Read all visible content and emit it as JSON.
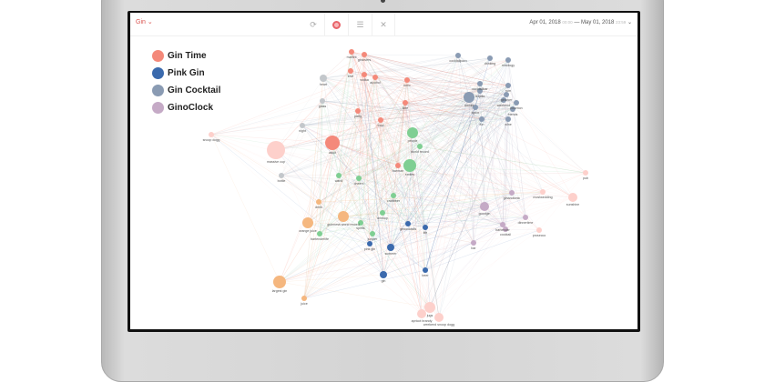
{
  "header": {
    "app_selector": "Gin ⌄",
    "date_start": "Apr 01, 2018",
    "time_start": "00:00",
    "separator": "—",
    "date_end": "May 01, 2018",
    "time_end": "23:59",
    "chevron": "⌄",
    "icons": [
      "refresh-icon",
      "target-icon",
      "list-icon",
      "tools-icon"
    ]
  },
  "legend": [
    {
      "label": "Gin Time",
      "color": "#f4897a"
    },
    {
      "label": "Pink Gin",
      "color": "#3b6aad"
    },
    {
      "label": "Gin Cocktail",
      "color": "#8a9bb3"
    },
    {
      "label": "GinoClock",
      "color": "#c5aac6"
    }
  ],
  "group_colors": {
    "gintime": "#f4897a",
    "pinkgin": "#3b6aad",
    "cocktail": "#8a9bb3",
    "ginoclock": "#c5aac6",
    "grey": "#c3c7cb",
    "green": "#7fcf93",
    "orange": "#f5b77f",
    "lightpink": "#fdd0cb"
  },
  "nodes": [
    {
      "label": "martini",
      "group": "gintime"
    },
    {
      "label": "ginlovers",
      "group": "gintime"
    },
    {
      "label": "love",
      "group": "gintime"
    },
    {
      "label": "vodka",
      "group": "gintime"
    },
    {
      "label": "alcohol",
      "group": "gintime"
    },
    {
      "label": "tonic",
      "group": "gintime"
    },
    {
      "label": "party",
      "group": "gintime"
    },
    {
      "label": "lime",
      "group": "gintime"
    },
    {
      "label": "food",
      "group": "gintime"
    },
    {
      "label": "adult",
      "group": "gintime"
    },
    {
      "label": "barman",
      "group": "gintime"
    },
    {
      "label": "gin",
      "group": "pinkgin"
    },
    {
      "label": "beer",
      "group": "pinkgin"
    },
    {
      "label": "pink gin",
      "group": "pinkgin"
    },
    {
      "label": "summer",
      "group": "pinkgin"
    },
    {
      "label": "gincocktails",
      "group": "pinkgin"
    },
    {
      "label": "life",
      "group": "pinkgin"
    },
    {
      "label": "cocktailporn",
      "group": "cocktail"
    },
    {
      "label": "drinking",
      "group": "cocktail"
    },
    {
      "label": "mixology",
      "group": "cocktail"
    },
    {
      "label": "cocktailbar",
      "group": "cocktail"
    },
    {
      "label": "tequila",
      "group": "cocktail"
    },
    {
      "label": "rum",
      "group": "cocktail"
    },
    {
      "label": "ginlover",
      "group": "cocktail"
    },
    {
      "label": "weekend",
      "group": "cocktail"
    },
    {
      "label": "bourbon",
      "group": "cocktail"
    },
    {
      "label": "friends",
      "group": "cocktail"
    },
    {
      "label": "liquor",
      "group": "cocktail"
    },
    {
      "label": "fun",
      "group": "cocktail"
    },
    {
      "label": "wine",
      "group": "cocktail"
    },
    {
      "label": "thanks",
      "group": "cocktail"
    },
    {
      "label": "heart",
      "group": "grey"
    },
    {
      "label": "glass",
      "group": "grey"
    },
    {
      "label": "night",
      "group": "grey"
    },
    {
      "label": "bottle",
      "group": "grey"
    },
    {
      "label": "people",
      "group": "green"
    },
    {
      "label": "world record",
      "group": "green"
    },
    {
      "label": "smiles",
      "group": "green"
    },
    {
      "label": "wand",
      "group": "green"
    },
    {
      "label": "cheers",
      "group": "green"
    },
    {
      "label": "craftbeer",
      "group": "green"
    },
    {
      "label": "drinkup",
      "group": "green"
    },
    {
      "label": "spirits",
      "group": "green"
    },
    {
      "label": "bartenderlife",
      "group": "green"
    },
    {
      "label": "juniper",
      "group": "green"
    },
    {
      "label": "drink",
      "group": "orange"
    },
    {
      "label": "guinness world record",
      "group": "orange"
    },
    {
      "label": "orange juice",
      "group": "orange"
    },
    {
      "label": "largest gin",
      "group": "orange"
    },
    {
      "label": "juice",
      "group": "orange"
    },
    {
      "label": "snoop dogg",
      "group": "lightpink"
    },
    {
      "label": "massive cup",
      "group": "lightpink"
    },
    {
      "label": "pub",
      "group": "lightpink"
    },
    {
      "label": "mostwedding",
      "group": "lightpink"
    },
    {
      "label": "sunshine",
      "group": "lightpink"
    },
    {
      "label": "prosecco",
      "group": "lightpink"
    },
    {
      "label": "jugs",
      "group": "lightpink"
    },
    {
      "label": "apricot brandy",
      "group": "lightpink"
    },
    {
      "label": "weekend snoop dogg",
      "group": "lightpink"
    },
    {
      "label": "goodgin",
      "group": "ginoclock"
    },
    {
      "label": "ginandtonic",
      "group": "ginoclock"
    },
    {
      "label": "dinnertime",
      "group": "ginoclock"
    },
    {
      "label": "bartender",
      "group": "ginoclock"
    },
    {
      "label": "cocktail",
      "group": "ginoclock"
    },
    {
      "label": "bar",
      "group": "ginoclock"
    }
  ]
}
